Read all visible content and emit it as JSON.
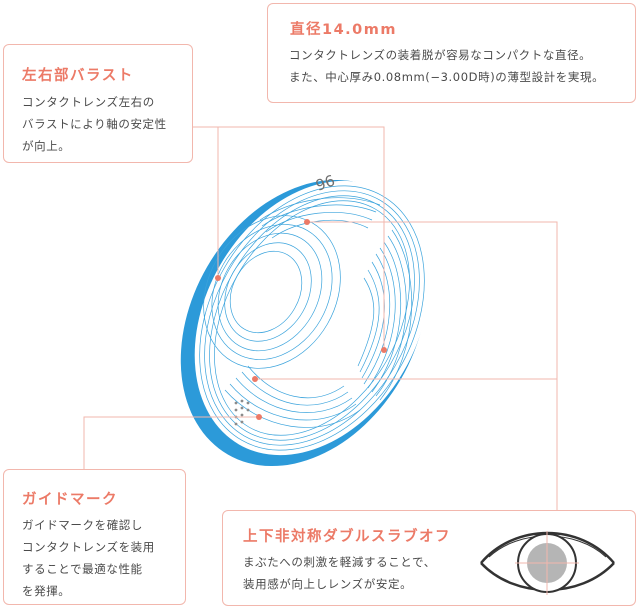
{
  "callouts": {
    "diameter": {
      "title": "直径14.0mm",
      "lines": [
        "コンタクトレンズの装着脱が容易なコンパクトな直径。",
        "また、中心厚み0.08mm(−3.00D時)の薄型設計を実現。"
      ]
    },
    "ballast": {
      "title": "左右部バラスト",
      "lines": [
        "コンタクトレンズ左右の",
        "バラストにより軸の安定性",
        "が向上。"
      ]
    },
    "guide_mark": {
      "title": "ガイドマーク",
      "lines": [
        "ガイドマークを確認し",
        "コンタクトレンズを装用",
        "することで最適な性能",
        "を発揮。"
      ]
    },
    "slab_off": {
      "title": "上下非対称ダブルスラブオフ",
      "lines": [
        "まぶたへの刺激を軽減することで、",
        "装用感が向上しレンズが安定。"
      ]
    }
  },
  "lens_marking": "96",
  "colors": {
    "accent": "#ec7a67",
    "border": "#f2b7ad",
    "lens_blue": "#2c9ad9",
    "text": "#4a4a4a"
  }
}
